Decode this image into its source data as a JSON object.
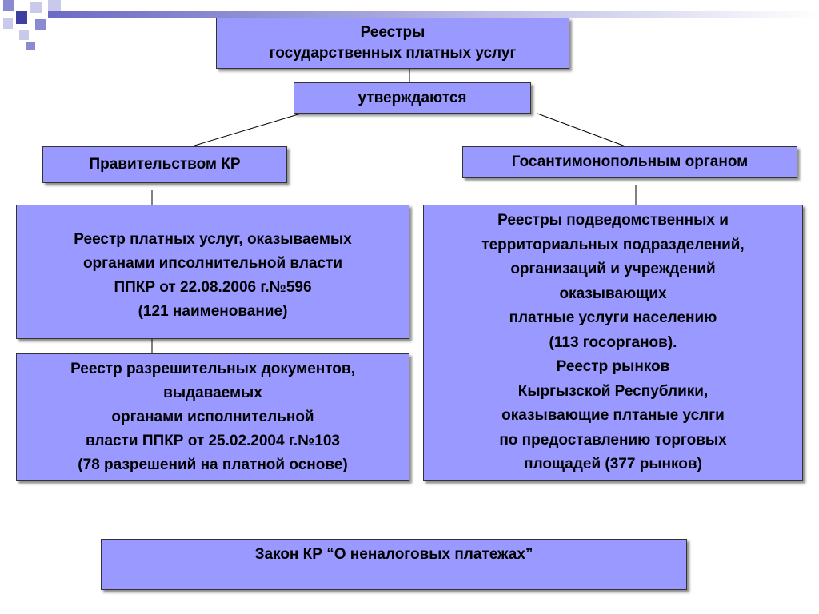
{
  "diagram": {
    "title_lines": [
      "Реестры",
      "государственных платных услуг"
    ],
    "approved_label": "утверждаются",
    "left_branch": {
      "label": "Правительством КР",
      "registry1_lines": [
        "Реестр платных услуг, оказываемых",
        "органами ипсолнительной власти",
        "ППКР от 22.08.2006 г.№596",
        "(121 наименование)"
      ],
      "registry2_lines": [
        "Реестр разрешительных документов,",
        "выдаваемых",
        "органами исполнительной",
        "власти ППКР от 25.02.2004 г.№103",
        "(78 разрешений на платной основе)"
      ]
    },
    "right_branch": {
      "label": "Госантимонопольным органом",
      "registry_lines": [
        "Реестры подведомственных и",
        "территориальных подразделений,",
        "организаций и учреждений",
        "оказывающих",
        "платные услуги населению",
        "(113 госорганов).",
        "Реестр рынков",
        "Кыргызской Республики,",
        "оказывающие плтаные услги",
        "по предоставлению торговых",
        "площадей (377 рынков)"
      ]
    },
    "law_label": "Закон КР “О неналоговых платежах”"
  },
  "colors": {
    "box_fill": "#9999ff",
    "box_border": "#333333",
    "deco_dark": "#3f3f9f",
    "deco_mid": "#8a8ad2",
    "deco_light": "#c9c9ec"
  }
}
